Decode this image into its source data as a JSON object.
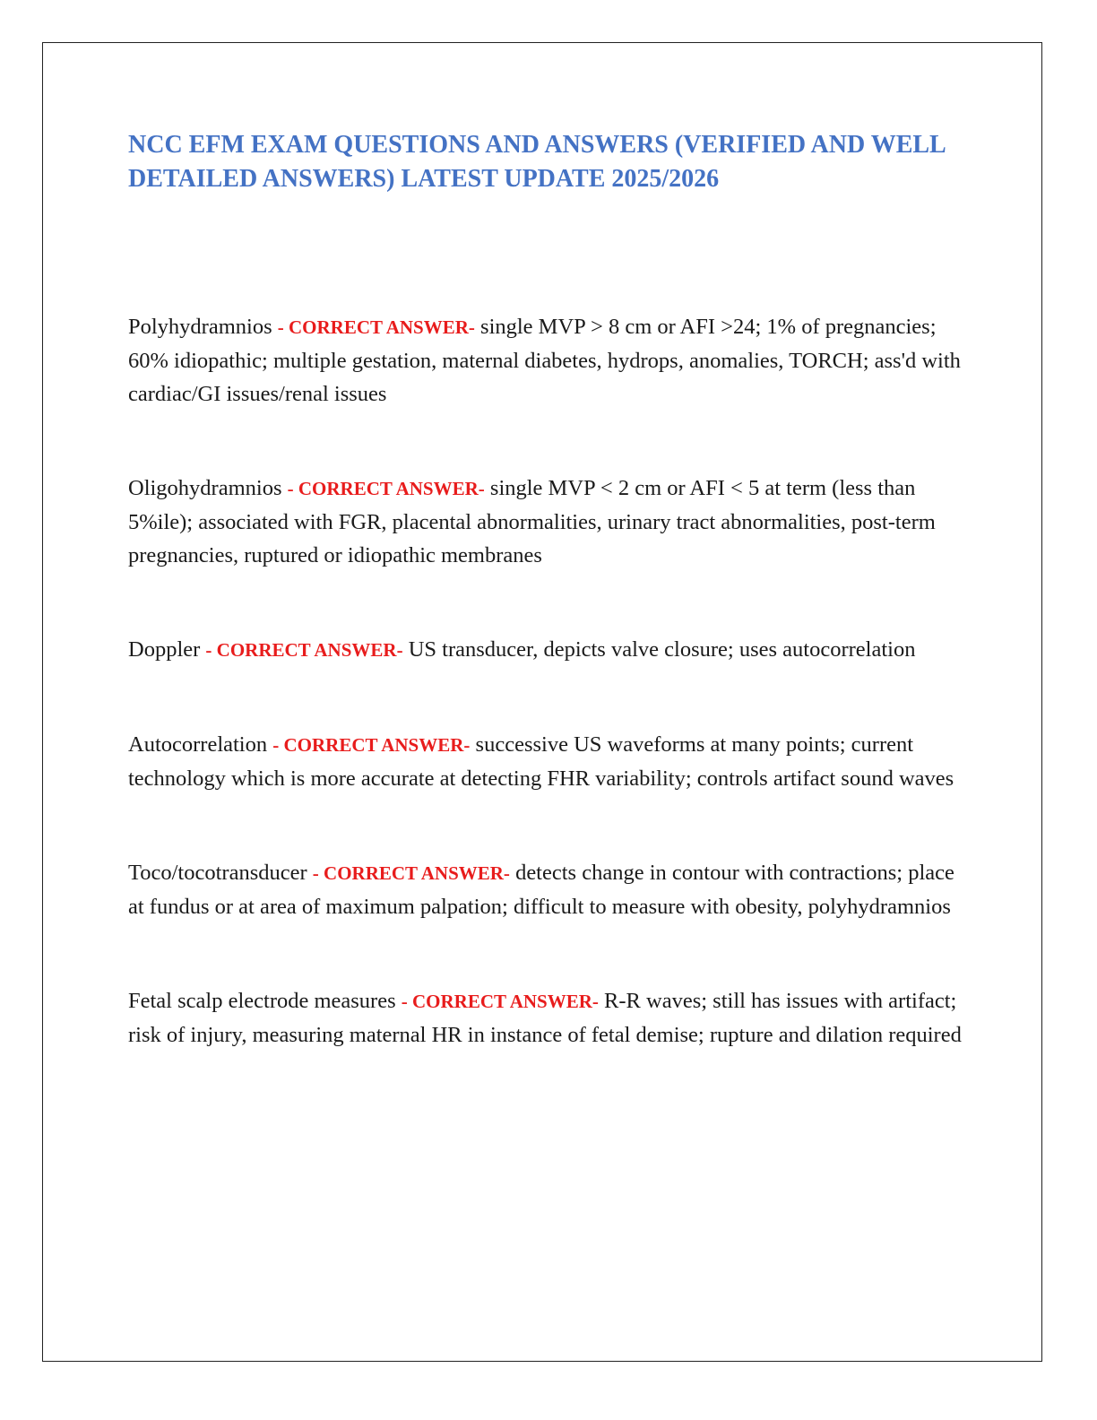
{
  "document": {
    "title": "NCC EFM EXAM QUESTIONS AND ANSWERS (VERIFIED AND WELL DETAILED ANSWERS) LATEST UPDATE 2025/2026",
    "answer_marker": "- CORRECT ANSWER-",
    "items": [
      {
        "term": "Polyhydramnios",
        "answer": "single MVP > 8 cm or AFI >24; 1% of pregnancies; 60% idiopathic; multiple gestation, maternal diabetes, hydrops, anomalies, TORCH; ass'd with cardiac/GI issues/renal issues"
      },
      {
        "term": "Oligohydramnios",
        "answer": "single MVP < 2 cm or AFI < 5 at term (less than 5%ile); associated with FGR, placental abnormalities, urinary tract abnormalities, post-term pregnancies, ruptured or idiopathic membranes"
      },
      {
        "term": "Doppler",
        "answer": "US transducer, depicts valve closure; uses autocorrelation"
      },
      {
        "term": "Autocorrelation",
        "answer": "successive US waveforms at many points; current technology which is more accurate at detecting FHR variability; controls artifact sound waves"
      },
      {
        "term": "Toco/tocotransducer",
        "answer": "detects change in contour with contractions; place at fundus or at area of maximum palpation; difficult to measure with obesity, polyhydramnios"
      },
      {
        "term": "Fetal scalp electrode measures",
        "answer": "R-R waves; still has issues with artifact; risk of injury, measuring maternal HR in instance of fetal demise; rupture and dilation required"
      }
    ]
  },
  "colors": {
    "title": "#4472c4",
    "answer_marker": "#e81c1c",
    "body_text": "#1a1a1a",
    "frame": "#222222"
  }
}
